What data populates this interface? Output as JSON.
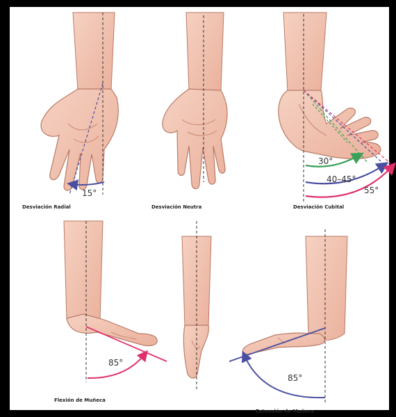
{
  "panels": [
    {
      "id": "radial",
      "caption": "Desviación Radial",
      "angles": [
        "15°"
      ]
    },
    {
      "id": "neutral",
      "caption": "Desviación Neutra",
      "angles": []
    },
    {
      "id": "cubital",
      "caption": "Desviación Cubital",
      "angles": [
        "30°",
        "40–45°",
        "55°"
      ]
    },
    {
      "id": "flexion",
      "caption": "Flexión de Muñeca",
      "angles": [
        "85°"
      ]
    },
    {
      "id": "straight",
      "caption": "",
      "angles": []
    },
    {
      "id": "extension",
      "caption": "Extensión de Muñeca",
      "angles": [
        "85°"
      ]
    }
  ],
  "colors": {
    "skin": "#f3c7b5",
    "skin_shadow": "#d79885",
    "outline": "#8b4a3a",
    "arc_blue": "#4b4fa0",
    "arc_green": "#3ca05a",
    "arc_pink": "#e0306a",
    "guide": "#333333"
  }
}
